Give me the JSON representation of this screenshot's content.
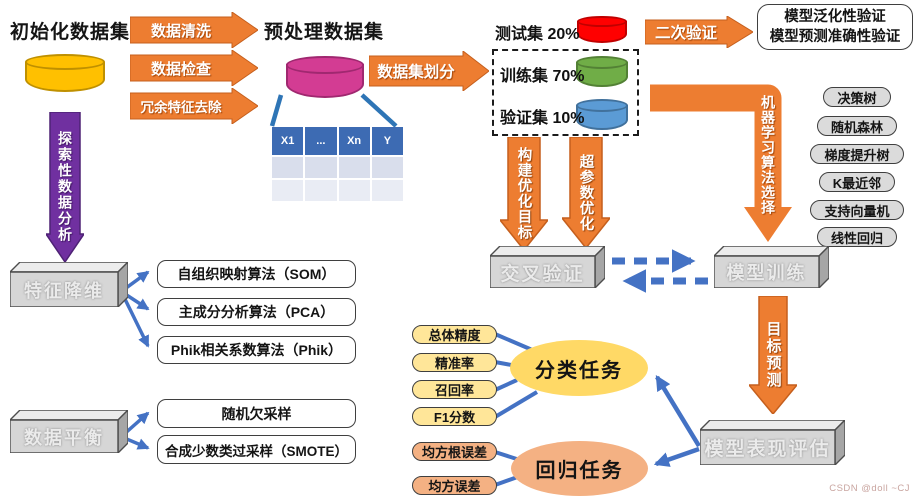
{
  "stage_init": {
    "title": "初始化数据集"
  },
  "prep_arrows": {
    "clean": "数据清洗",
    "check": "数据检查",
    "redundant": "冗余特征去除"
  },
  "stage_prep": {
    "title": "预处理数据集",
    "table_headers": [
      "X1",
      "...",
      "Xn",
      "Y"
    ]
  },
  "split_arrow": {
    "label": "数据集划分"
  },
  "datasets": {
    "test": "测试集 20%",
    "train": "训练集 70%",
    "valid": "验证集 10%"
  },
  "second_validation": {
    "arrow": "二次验证",
    "line1": "模型泛化性验证",
    "line2": "模型预测准确性验证"
  },
  "eda": {
    "arrow": "探索性数据分析"
  },
  "feature_reduction": {
    "box": "特征降维",
    "items": [
      "自组织映射算法（SOM）",
      "主成分分析算法（PCA）",
      "Phik相关系数算法（Phik）"
    ]
  },
  "data_balance": {
    "box": "数据平衡",
    "items": [
      "随机欠采样",
      "合成少数类过采样（SMOTE）"
    ]
  },
  "ml_select": {
    "arrow": "机器学习算法选择",
    "algorithms": [
      "决策树",
      "随机森林",
      "梯度提升树",
      "K最近邻",
      "支持向量机",
      "线性回归"
    ]
  },
  "optimize": {
    "objective": "构建优化目标",
    "hyperparam": "超参数优化"
  },
  "flow": {
    "cross_validation": "交叉验证",
    "model_training": "模型训练",
    "target_prediction": "目标预测",
    "model_evaluation": "模型表现评估"
  },
  "evaluation": {
    "classification": {
      "task": "分类任务",
      "metrics": [
        "总体精度",
        "精准率",
        "召回率",
        "F1分数"
      ]
    },
    "regression": {
      "task": "回归任务",
      "metrics": [
        "均方根误差",
        "均方误差"
      ]
    }
  },
  "watermark": "CSDN @doll ~CJ",
  "colors": {
    "orange": "#ED7D31",
    "purple": "#7030A0",
    "connector_blue": "#4472C4",
    "yellow_cylinder": "#FFC000",
    "pink_cylinder": "#D33C93",
    "red_cylinder": "#FF0000",
    "green_cylinder": "#70AD47",
    "blue_cylinder": "#5B9BD5",
    "classification_fill": "#FFD966",
    "regression_fill": "#F4B183",
    "metric_yellow": "#FFE699",
    "metric_salmon": "#F4B183",
    "algo_pill": "#DBDBDB"
  }
}
